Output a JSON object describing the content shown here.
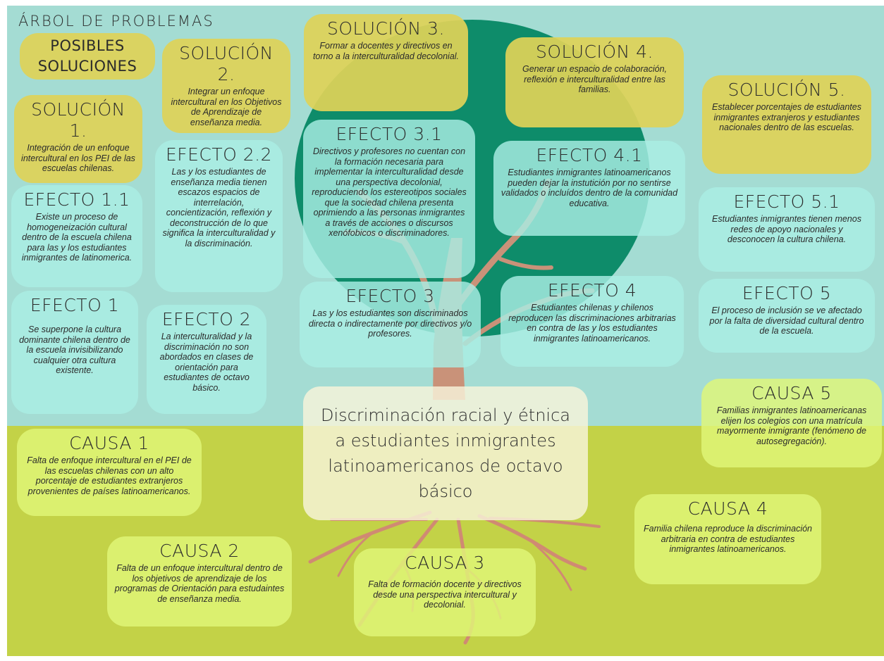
{
  "header": {
    "title": "ÁRBOL DE PROBLEMAS",
    "posibles": "POSIBLES SOLUCIONES"
  },
  "colors": {
    "sky": "#a4dcd3",
    "ground": "#c3d247",
    "canopy": "#0e8c6a",
    "trunk": "#c99279"
  },
  "central_problem": "Discriminación racial y étnica a estudiantes inmigrantes latinoamericanos de octavo básico",
  "soluciones": [
    {
      "title": "SOLUCIÓN 1.",
      "text": "Integración de un enfoque intercultural en los PEI de las escuelas chilenas."
    },
    {
      "title": "SOLUCIÓN 2.",
      "text": "Integrar un enfoque intercultural en los Objetivos de Aprendizaje de enseñanza media."
    },
    {
      "title": "SOLUCIÓN 3.",
      "text": "Formar a docentes y directivos en torno a la interculturalidad decolonial."
    },
    {
      "title": "SOLUCIÓN 4.",
      "text": "Generar un espacio de colaboración, reflexión e interculturalidad entre las familias."
    },
    {
      "title": "SOLUCIÓN 5.",
      "text": "Establecer porcentajes de estudiantes inmigrantes extranjeros y estudiantes nacionales dentro de las escuelas."
    }
  ],
  "efectos": [
    {
      "title": "EFECTO 1.1",
      "text": "Existe un proceso de homogeneización cultural dentro de la escuela chilena para las y los estudiantes inmigrantes de latinomerica."
    },
    {
      "title": "EFECTO 1",
      "text": "Se superpone la cultura dominante chilena dentro de la escuela invisibilizando cualquier otra cultura existente."
    },
    {
      "title": "EFECTO 2.2",
      "text": "Las y los estudiantes de enseñanza media tienen escazos espacios de interrelación, concientización, reflexión y deconstrucción de lo que significa la interculturalidad y la discriminación."
    },
    {
      "title": "EFECTO 2",
      "text": "La interculturalidad y la discriminación no son abordados en clases de orientación para estudiantes de octavo básico."
    },
    {
      "title": "EFECTO 3.1",
      "text": "Directivos y profesores no cuentan con la formación necesaria para implementar la interculturalidad desde una perspectiva decolonial, reproduciendo los estereotipos sociales que la sociedad chilena presenta oprimiendo a las personas inmigrantes a través de acciones o discursos xenófobicos o discriminadores."
    },
    {
      "title": "EFECTO 3",
      "text": "Las y los estudiantes son discriminados directa o indirectamente por directivos y/o profesores."
    },
    {
      "title": "EFECTO 4.1",
      "text": "Estudiantes inmigrantes latinoamericanos pueden dejar la instutición por no sentirse validados o incluídos dentro de la comunidad educativa."
    },
    {
      "title": "EFECTO 4",
      "text": "Estudiantes chilenas y chilenos reproducen las discriminaciones arbitrarias en contra de las y los estudiantes inmigrantes latinoamericanos."
    },
    {
      "title": "EFECTO 5.1",
      "text": "Estudiantes inmigrantes tienen menos redes de apoyo nacionales y desconocen la cultura chilena."
    },
    {
      "title": "EFECTO 5",
      "text": "El proceso de inclusión se ve afectado por la falta de diversidad cultural dentro de la escuela."
    }
  ],
  "causas": [
    {
      "title": "CAUSA 1",
      "text": "Falta de enfoque intercultural en el PEI de las escuelas chilenas con un alto porcentaje de estudiantes extranjeros provenientes de países latinoamericanos."
    },
    {
      "title": "CAUSA 2",
      "text": "Falta de un enfoque intercultural dentro de los objetivos de aprendizaje de los programas de Orientación para estudaintes de enseñanza media."
    },
    {
      "title": "CAUSA 3",
      "text": "Falta de formación docente y directivos desde una perspectiva intercultural y decolonial."
    },
    {
      "title": "CAUSA 4",
      "text": "Familia chilena reproduce la discriminación arbitraria en contra de estudiantes inmigrantes latinoamericanos."
    },
    {
      "title": "CAUSA 5",
      "text": "Familias inmigrantes latinoamericanas elijen los colegios con una matrícula mayormente inmigrante (fenómeno de autosegregación)."
    }
  ]
}
